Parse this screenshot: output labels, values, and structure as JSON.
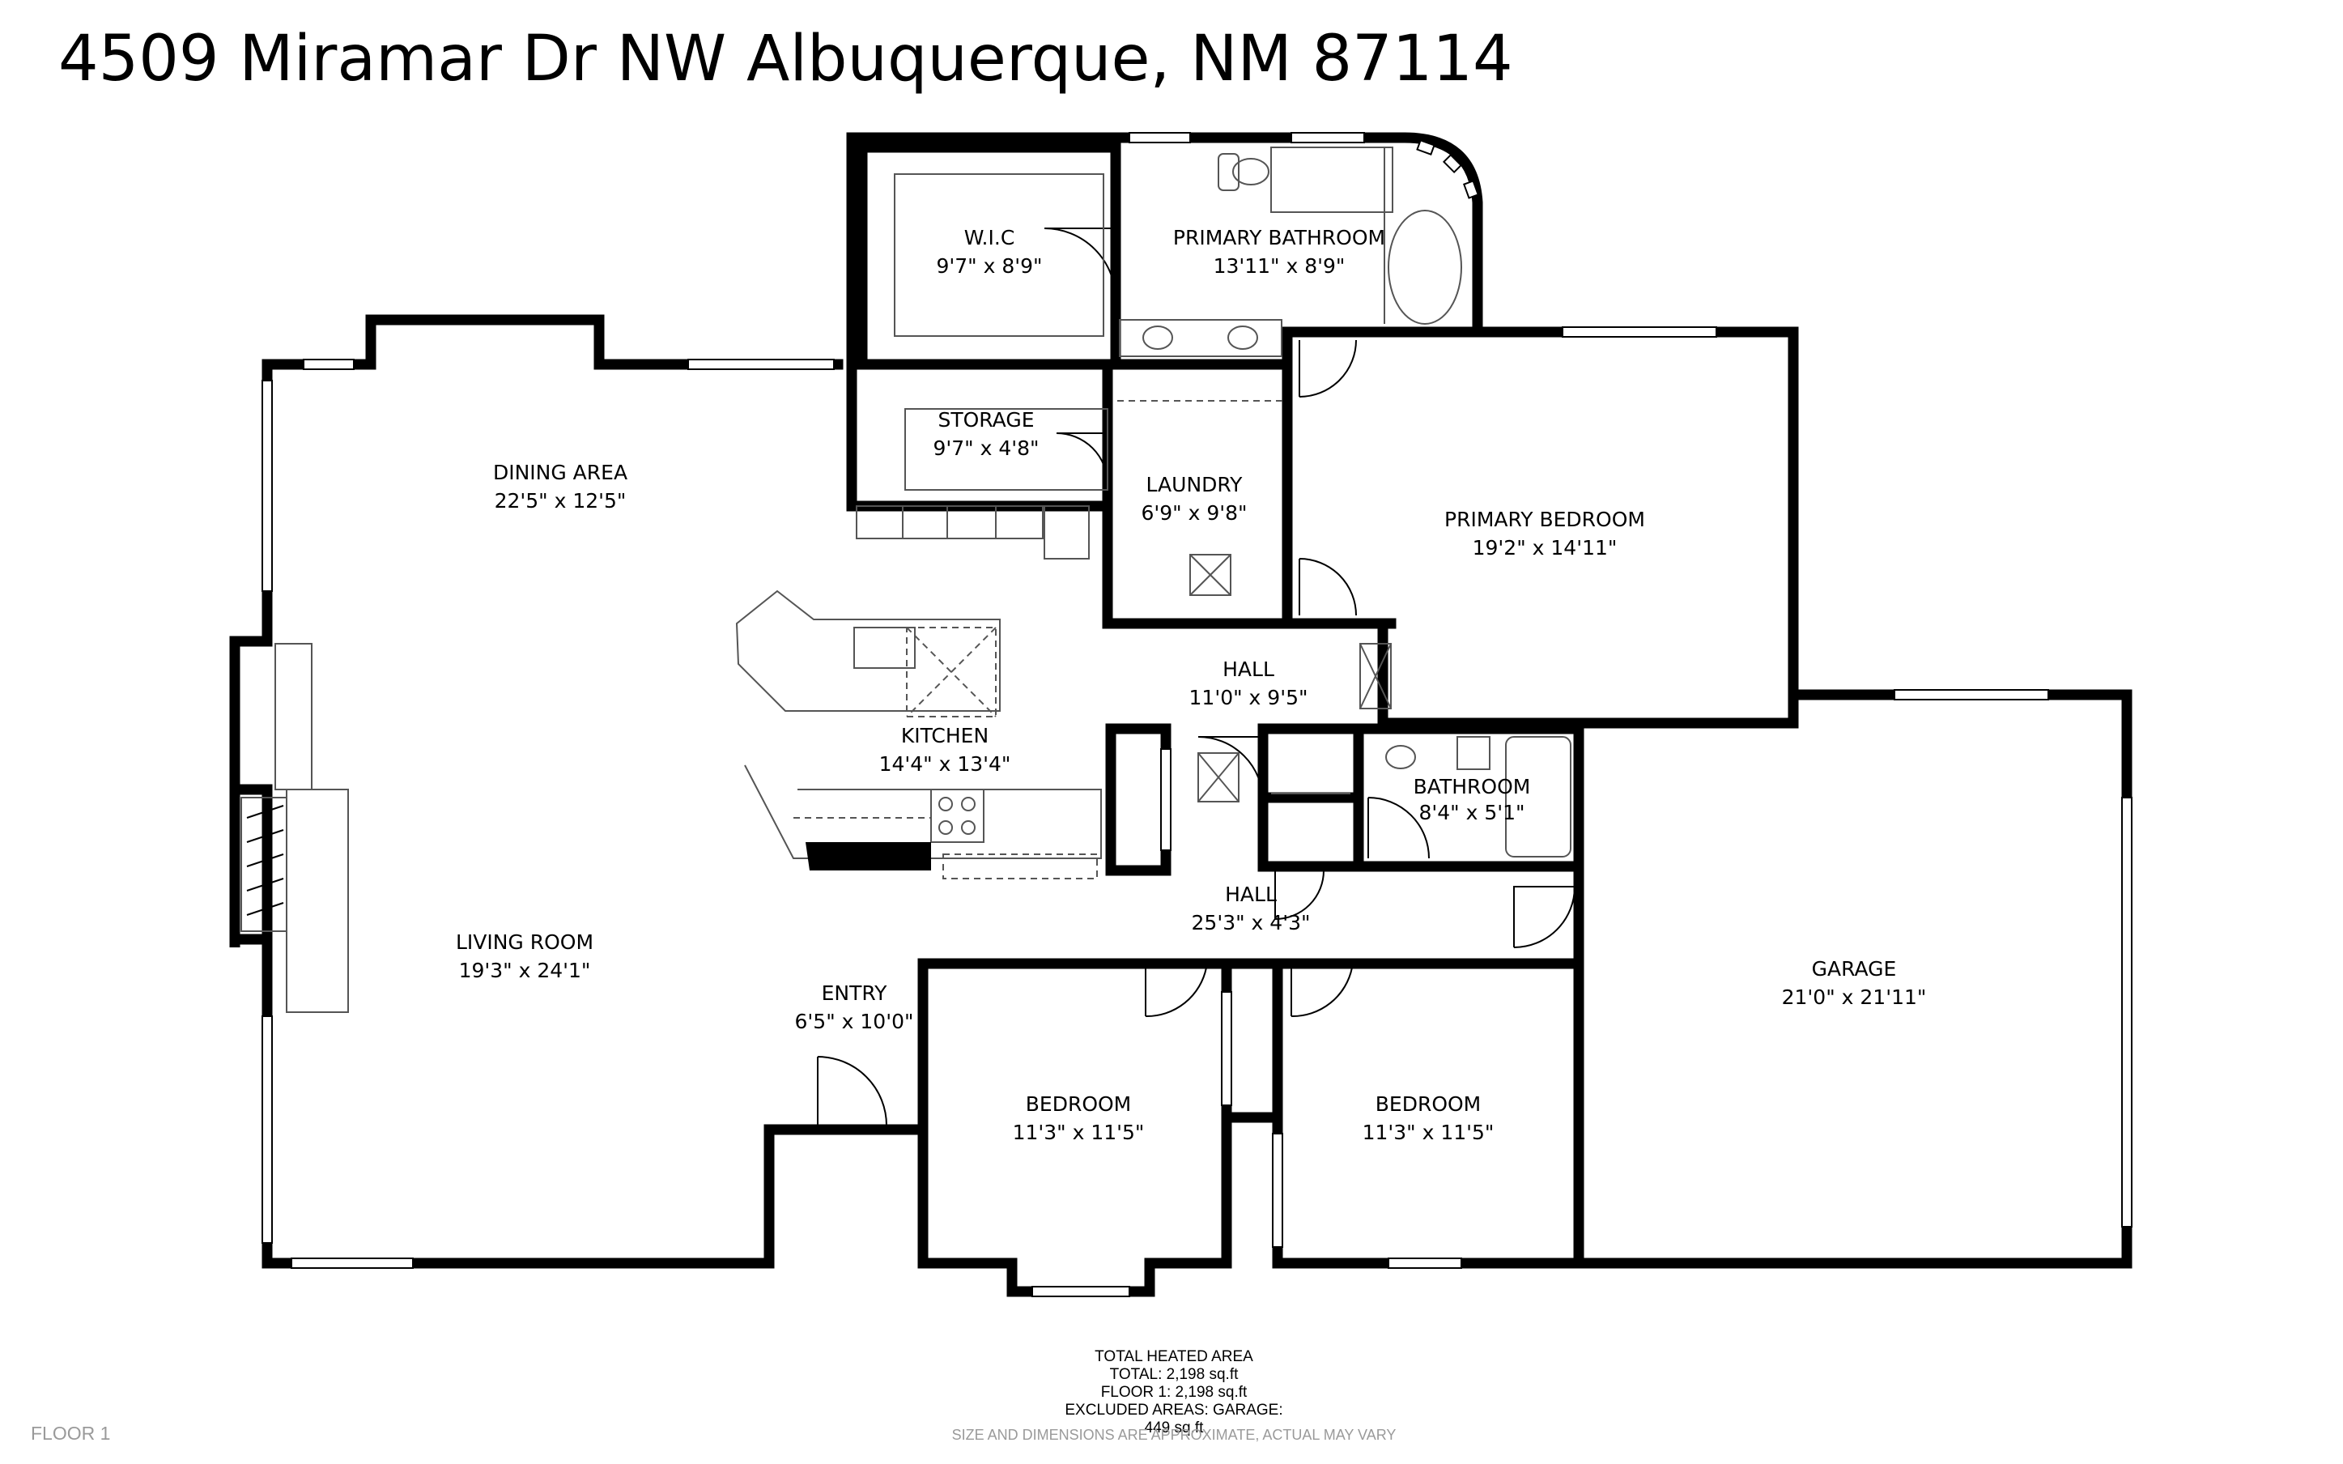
{
  "header": {
    "address": "4509 Miramar Dr NW Albuquerque, NM 87114"
  },
  "rooms": [
    {
      "id": "wic",
      "name": "W.I.C",
      "dims": "9'7\" x 8'9\""
    },
    {
      "id": "primary-bathroom",
      "name": "PRIMARY BATHROOM",
      "dims": "13'11\" x 8'9\""
    },
    {
      "id": "storage",
      "name": "STORAGE",
      "dims": "9'7\" x 4'8\""
    },
    {
      "id": "laundry",
      "name": "LAUNDRY",
      "dims": "6'9\" x 9'8\""
    },
    {
      "id": "dining-area",
      "name": "DINING AREA",
      "dims": "22'5\" x 12'5\""
    },
    {
      "id": "primary-bedroom",
      "name": "PRIMARY BEDROOM",
      "dims": "19'2\" x 14'11\""
    },
    {
      "id": "hall-1",
      "name": "HALL",
      "dims": "11'0\" x 9'5\""
    },
    {
      "id": "kitchen",
      "name": "KITCHEN",
      "dims": "14'4\" x 13'4\""
    },
    {
      "id": "bathroom",
      "name": "BATHROOM",
      "dims": "8'4\" x 5'1\""
    },
    {
      "id": "hall-2",
      "name": "HALL",
      "dims": "25'3\" x 4'3\""
    },
    {
      "id": "living-room",
      "name": "LIVING ROOM",
      "dims": "19'3\" x 24'1\""
    },
    {
      "id": "garage",
      "name": "GARAGE",
      "dims": "21'0\" x 21'11\""
    },
    {
      "id": "entry",
      "name": "ENTRY",
      "dims": "6'5\" x 10'0\""
    },
    {
      "id": "bedroom-1",
      "name": "BEDROOM",
      "dims": "11'3\" x 11'5\""
    },
    {
      "id": "bedroom-2",
      "name": "BEDROOM",
      "dims": "11'3\" x 11'5\""
    }
  ],
  "summary": {
    "heading": "TOTAL HEATED AREA",
    "total": "TOTAL: 2,198 sq.ft",
    "floor": "FLOOR 1: 2,198 sq.ft",
    "excluded": "EXCLUDED AREAS: GARAGE: 449 sq.ft"
  },
  "footer": {
    "floor_tag": "FLOOR 1",
    "disclaimer": "SIZE AND DIMENSIONS ARE APPROXIMATE, ACTUAL MAY VARY"
  },
  "colors": {
    "wall": "#000000",
    "fixture": "#555555",
    "window": "#ffffff"
  }
}
